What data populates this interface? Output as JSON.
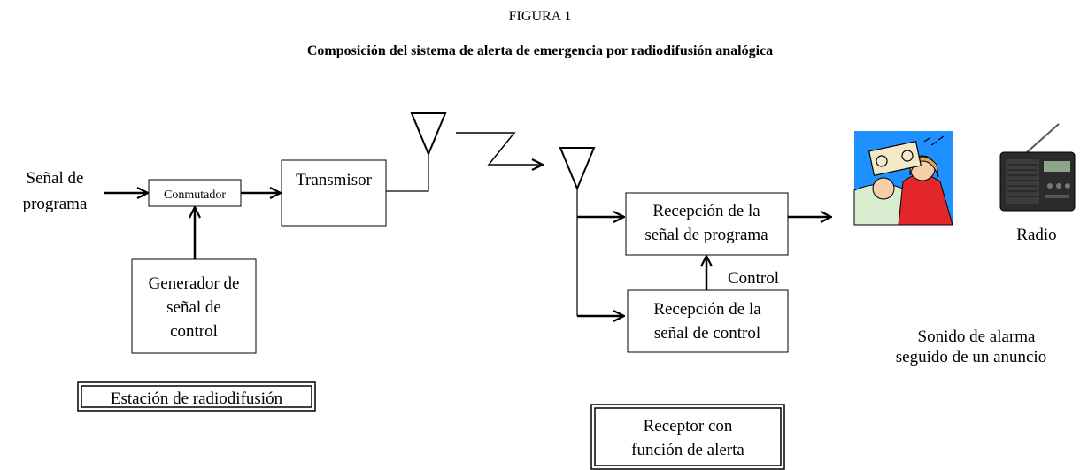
{
  "figure": {
    "number": "FIGURA 1",
    "title": "Composición del sistema de alerta de emergencia por radiodifusión analógica"
  },
  "station": {
    "input_label_line1": "Señal de",
    "input_label_line2": "programa",
    "switch_label": "Conmutador",
    "transmitter_label": "Transmisor",
    "generator_line1": "Generador de",
    "generator_line2": "señal de",
    "generator_line3": "control",
    "caption": "Estación de radiodifusión"
  },
  "receiver": {
    "program_line1": "Recepción de la",
    "program_line2": "señal de programa",
    "control_line1": "Recepción de la",
    "control_line2": "señal de control",
    "control_arrow_label": "Control",
    "caption_line1": "Receptor con",
    "caption_line2": "función de alerta"
  },
  "output": {
    "radio_label": "Radio",
    "alarm_line1": "Sonido de alarma",
    "alarm_line2": "seguido de un anuncio"
  },
  "colors": {
    "stroke": "#000000",
    "illustration_bg": "#1e90ff",
    "woman_dress": "#e3262b",
    "skin": "#f6cfa8",
    "blanket": "#d8ecd0",
    "radio_body": "#2b2b2b"
  }
}
